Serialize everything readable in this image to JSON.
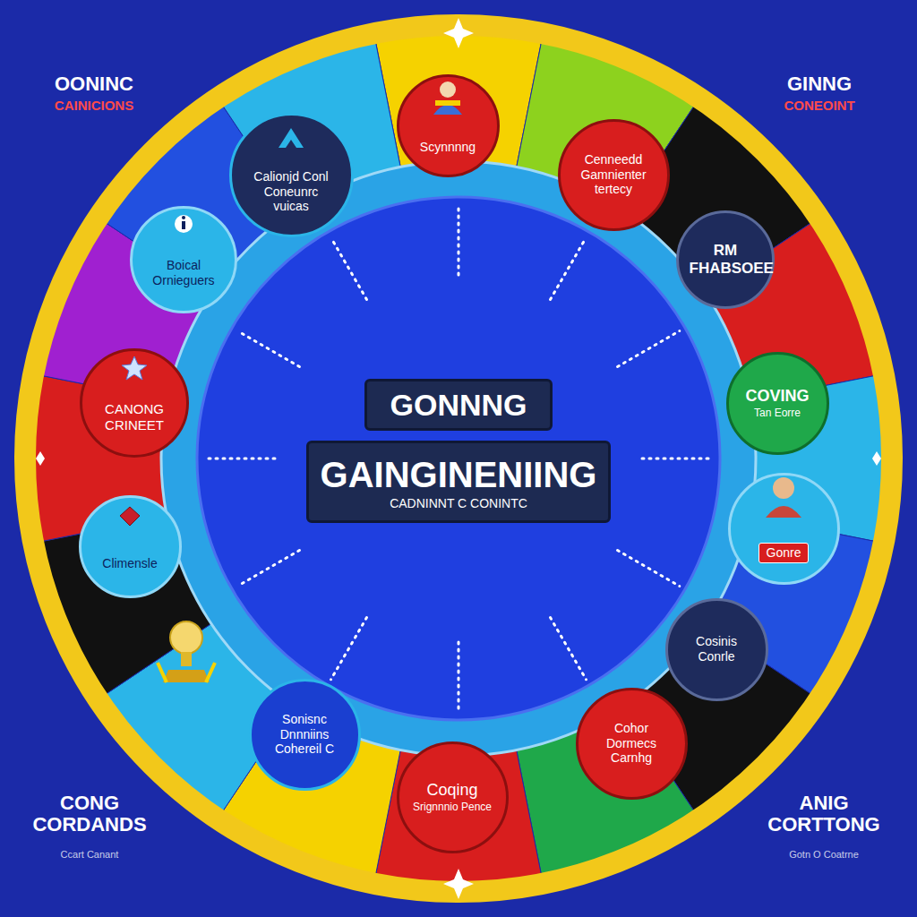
{
  "diagram": {
    "nodes": [
      {
        "text": [
          "GONNNG"
        ]
      },
      {
        "text": [
          "GAINGINENIING",
          "CADNINNT C CONINTC"
        ]
      },
      {
        "text": [
          "Calionjd Conl Coneunrc vuicas"
        ]
      },
      {
        "text": [
          "Scynnnng"
        ]
      },
      {
        "text": [
          "Cenneedd Gamnienter tertecy"
        ]
      },
      {
        "text": [
          "RM FHABSOEE"
        ]
      },
      {
        "text": [
          "Boical Ornieguers"
        ]
      },
      {
        "text": [
          "COVING",
          "Tan Eorre"
        ]
      },
      {
        "text": [
          "CANONG CRINEET"
        ]
      },
      {
        "text": [
          "Gonre"
        ]
      },
      {
        "text": [
          "Climensle"
        ]
      },
      {
        "text": [
          "Cosinis Conrle"
        ]
      },
      {
        "text": [
          "Sonisnc Dnnniins Cohereil C"
        ]
      },
      {
        "text": [
          "Cohor Dormecs Carnhg"
        ]
      },
      {
        "text": [
          "Coqing",
          "Srignnnio Pence"
        ]
      }
    ],
    "labels": [
      "OONINC",
      "CAINICIONS",
      "GINNG",
      "CONEOINT",
      "CONG CORDANDS",
      "Ccart Canant",
      "ANIG CORTTONG",
      "Gotn O Coatrne"
    ]
  }
}
